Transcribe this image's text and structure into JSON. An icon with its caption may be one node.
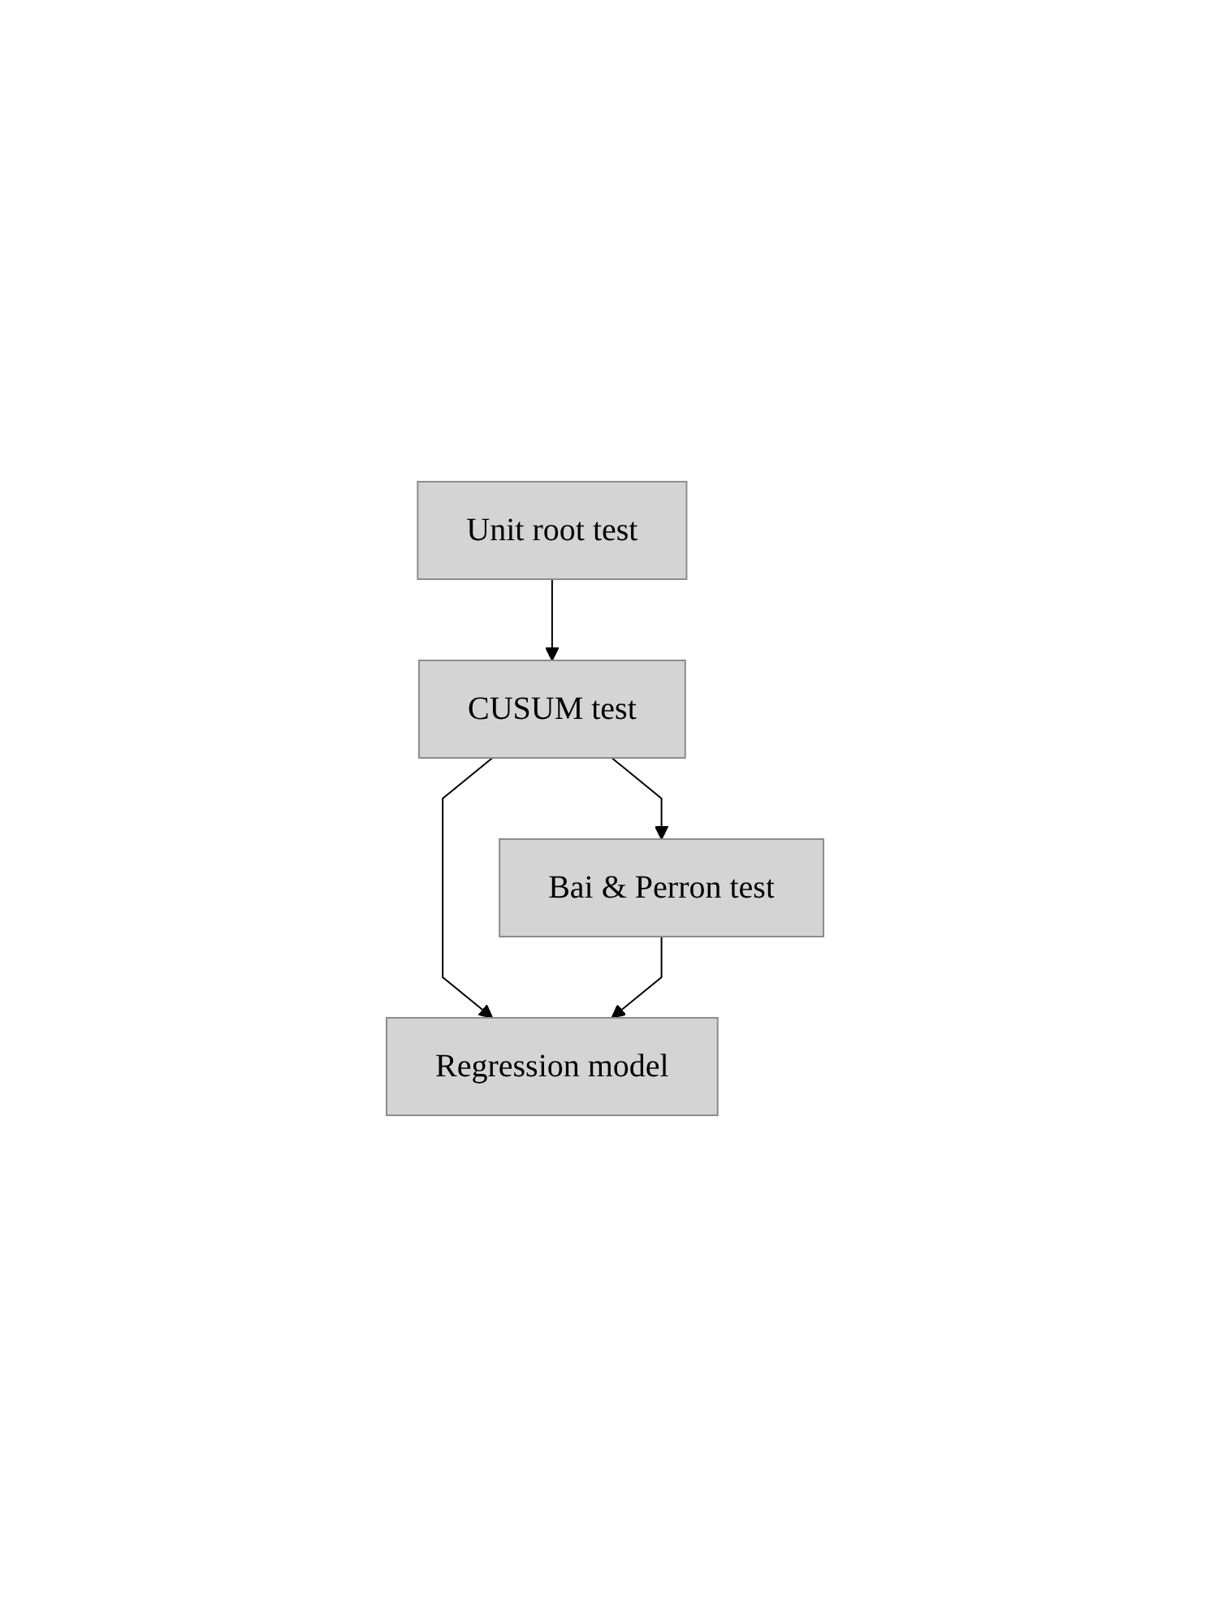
{
  "diagram": {
    "nodes": [
      {
        "text": [
          "Unit root test"
        ]
      },
      {
        "text": [
          "CUSUM test"
        ]
      },
      {
        "text": [
          "Bai & Perron test"
        ]
      },
      {
        "text": [
          "Regression model"
        ]
      }
    ],
    "edges": [
      {
        "from": 0,
        "to": 1,
        "arrow": "to"
      },
      {
        "from": 1,
        "to": 2,
        "arrow": "to"
      },
      {
        "from": 1,
        "to": 3,
        "arrow": "to"
      },
      {
        "from": 2,
        "to": 3,
        "arrow": "to"
      }
    ]
  }
}
